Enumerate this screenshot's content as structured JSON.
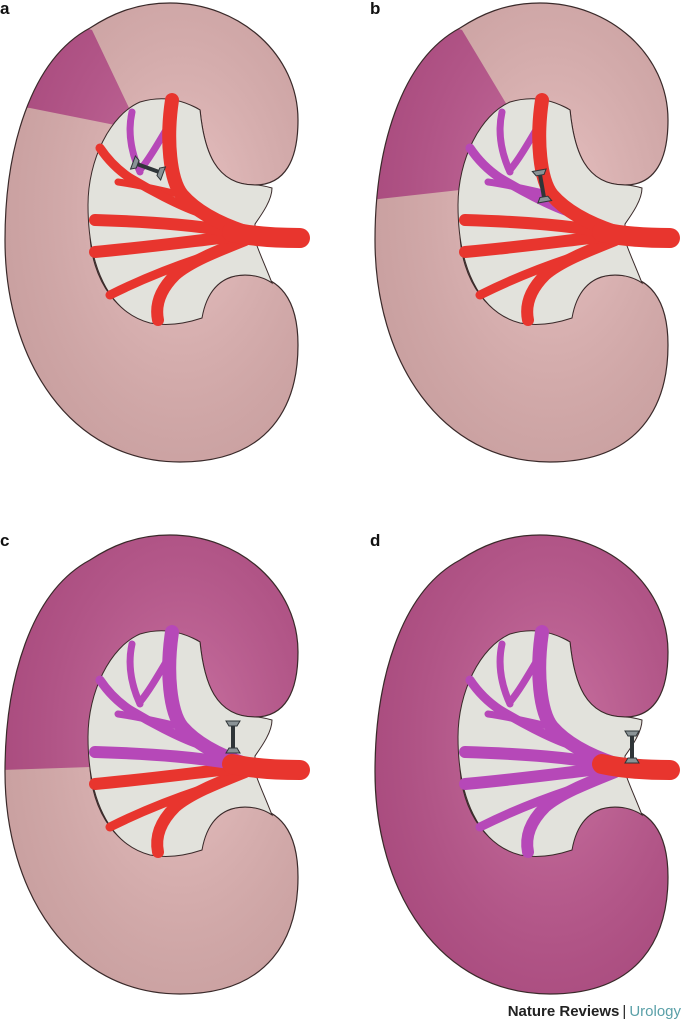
{
  "panels": [
    {
      "id": "a",
      "label": "a",
      "infarct_extent": "upper pole segment",
      "clip_position": "segmental branch"
    },
    {
      "id": "b",
      "label": "b",
      "infarct_extent": "upper segment",
      "clip_position": "anterior division branch"
    },
    {
      "id": "c",
      "label": "c",
      "infarct_extent": "upper half",
      "clip_position": "upper main branch"
    },
    {
      "id": "d",
      "label": "d",
      "infarct_extent": "entire kidney",
      "clip_position": "main renal artery"
    }
  ],
  "footer": {
    "journal": "Nature Reviews",
    "separator": "|",
    "section": "Urology"
  },
  "colors": {
    "healthy_tissue": "#e4b5b5",
    "ischemic_tissue": "#c0558f",
    "artery": "#e8352e",
    "ischemic_vessel": "#b648b8",
    "hilum": "#e2e2dc",
    "clamp": "#8a9396"
  }
}
